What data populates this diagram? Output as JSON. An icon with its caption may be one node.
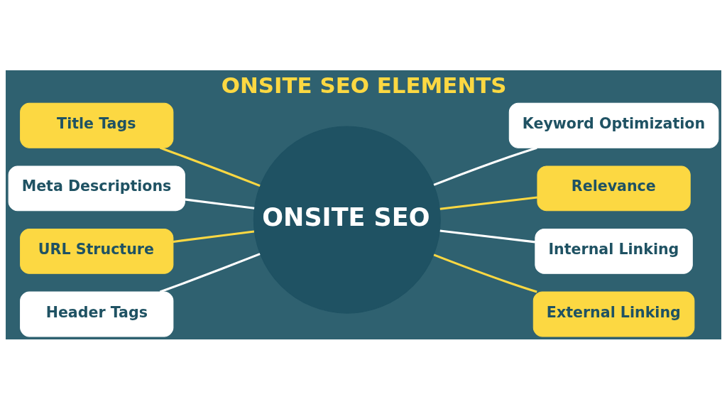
{
  "diagram": {
    "title": "ONSITE SEO ELEMENTS",
    "nodes": [
      {
        "text": [
          "Title Tags"
        ]
      },
      {
        "text": [
          "Meta Descriptions"
        ]
      },
      {
        "text": [
          "URL Structure"
        ]
      },
      {
        "text": [
          "Header Tags"
        ]
      },
      {
        "text": [
          "ONSITE SEO"
        ]
      },
      {
        "text": [
          "Keyword Optimization"
        ]
      },
      {
        "text": [
          "Relevance"
        ]
      },
      {
        "text": [
          "Internal Linking"
        ]
      },
      {
        "text": [
          "External Linking"
        ]
      }
    ],
    "edges": [
      {
        "from": 0,
        "to": 4,
        "arrow": "none",
        "color": "#fcd842"
      },
      {
        "from": 1,
        "to": 4,
        "arrow": "none",
        "color": "#ffffff"
      },
      {
        "from": 2,
        "to": 4,
        "arrow": "none",
        "color": "#fcd842"
      },
      {
        "from": 3,
        "to": 4,
        "arrow": "none",
        "color": "#ffffff"
      },
      {
        "from": 4,
        "to": 5,
        "arrow": "none",
        "color": "#ffffff"
      },
      {
        "from": 4,
        "to": 6,
        "arrow": "none",
        "color": "#fcd842"
      },
      {
        "from": 4,
        "to": 7,
        "arrow": "none",
        "color": "#ffffff"
      },
      {
        "from": 4,
        "to": 8,
        "arrow": "none",
        "color": "#fcd842"
      }
    ]
  }
}
